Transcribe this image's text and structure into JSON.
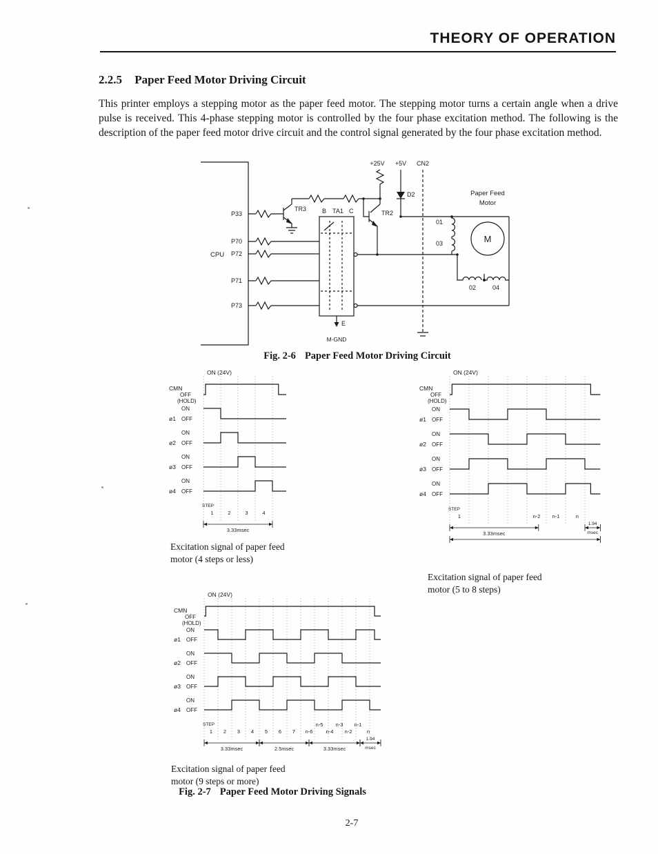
{
  "page": {
    "header": "THEORY OF OPERATION",
    "page_number": "2-7"
  },
  "section": {
    "number": "2.2.5",
    "title": "Paper Feed Motor Driving Circuit",
    "body": "This printer employs a stepping motor as the paper feed motor. The stepping motor turns a certain angle when a drive pulse is received. This 4-phase stepping motor is controlled by the four phase excitation method. The following is the description of the paper feed motor drive circuit and the control signal generated by the four phase excitation method."
  },
  "fig26": {
    "fig_label": "Fig. 2-6",
    "fig_title": "Paper Feed Motor Driving Circuit",
    "labels": {
      "cpu": "CPU",
      "p33": "P33",
      "p70": "P70",
      "p72": "P72",
      "p71": "P71",
      "p73": "P73",
      "tr3": "TR3",
      "tr2": "TR2",
      "b": "B",
      "ta1": "TA1",
      "c": "C",
      "v25": "+25V",
      "v5": "+5V",
      "cn2": "CN2",
      "d2": "D2",
      "paper_feed": "Paper Feed",
      "motor": "Motor",
      "m": "M",
      "w01": "01",
      "w03": "03",
      "w02": "02",
      "w04": "04",
      "e": "E",
      "mgnd": "M-GND"
    }
  },
  "fig27": {
    "fig_label": "Fig. 2-7",
    "fig_title": "Paper Feed Motor Driving Signals",
    "diagrams": {
      "a": {
        "on24": "ON (24V)",
        "step_word": "STEP",
        "total": 4.8,
        "grid": [
          0,
          1,
          2,
          3,
          4
        ],
        "signals": [
          {
            "name": "CMN",
            "off": "OFF",
            "extra": "(HOLD)",
            "segments": [
              [
                0.12,
                4.35
              ]
            ]
          },
          {
            "name": "ø1",
            "on": "ON",
            "off": "OFF",
            "segments": [
              [
                0,
                1
              ]
            ]
          },
          {
            "name": "ø2",
            "on": "ON",
            "off": "OFF",
            "segments": [
              [
                1,
                2
              ]
            ]
          },
          {
            "name": "ø3",
            "on": "ON",
            "off": "OFF",
            "segments": [
              [
                2,
                3
              ]
            ]
          },
          {
            "name": "ø4",
            "on": "ON",
            "off": "OFF",
            "segments": [
              [
                3,
                4
              ]
            ]
          }
        ],
        "step_labels": [
          {
            "t": 0.5,
            "text": "1"
          },
          {
            "t": 1.5,
            "text": "2"
          },
          {
            "t": 2.5,
            "text": "3"
          },
          {
            "t": 3.5,
            "text": "4"
          }
        ],
        "spans": [
          {
            "a": 0,
            "b": 4,
            "text": "3.33msec"
          }
        ],
        "caption": [
          "Excitation signal of paper feed",
          "motor (4 steps or less)"
        ]
      },
      "b": {
        "on24": "ON (24V)",
        "step_word": "STEP",
        "total": 7.8,
        "grid": [
          0,
          1,
          2,
          3,
          4,
          5,
          6,
          7
        ],
        "signals": [
          {
            "name": "CMN",
            "off": "OFF",
            "extra": "(HOLD)",
            "segments": [
              [
                0.12,
                7.3
              ]
            ]
          },
          {
            "name": "ø1",
            "on": "ON",
            "off": "OFF",
            "segments": [
              [
                0,
                1
              ],
              [
                3,
                5
              ]
            ]
          },
          {
            "name": "ø2",
            "on": "ON",
            "off": "OFF",
            "segments": [
              [
                0,
                2
              ],
              [
                4,
                6
              ]
            ]
          },
          {
            "name": "ø3",
            "on": "ON",
            "off": "OFF",
            "segments": [
              [
                1,
                3
              ],
              [
                5,
                7
              ]
            ]
          },
          {
            "name": "ø4",
            "on": "ON",
            "off": "OFF",
            "segments": [
              [
                2,
                4
              ],
              [
                6,
                7.3
              ]
            ]
          }
        ],
        "step_labels": [
          {
            "t": 0.5,
            "text": "1"
          },
          {
            "t": 4.5,
            "text": "n-2"
          },
          {
            "t": 5.5,
            "text": "n-1"
          },
          {
            "t": 6.6,
            "text": "n"
          }
        ],
        "spans": [
          {
            "a": 0,
            "b": 4.6,
            "text": "3.33msec"
          },
          {
            "a": 7,
            "b": 7.8,
            "text": "1.94",
            "text2": "msec",
            "stack": true
          },
          {
            "a": 0,
            "b": 7.8,
            "row": 1
          }
        ],
        "caption": [
          "Excitation signal of paper feed",
          "motor (5 to 8 steps)"
        ]
      },
      "c": {
        "on24": "ON (24V)",
        "step_word": "STEP",
        "total": 12.8,
        "grid": [
          0,
          1,
          2,
          3,
          4,
          5,
          6,
          7,
          8,
          9,
          10,
          11,
          12
        ],
        "signals": [
          {
            "name": "CMN",
            "off": "OFF",
            "extra": "(HOLD)",
            "segments": [
              [
                0.12,
                12.35
              ]
            ]
          },
          {
            "name": "ø1",
            "on": "ON",
            "off": "OFF",
            "segments": [
              [
                0,
                1
              ],
              [
                3,
                5
              ],
              [
                7,
                9
              ],
              [
                11,
                12.35
              ]
            ]
          },
          {
            "name": "ø2",
            "on": "ON",
            "off": "OFF",
            "segments": [
              [
                0,
                2
              ],
              [
                4,
                6
              ],
              [
                8,
                10
              ]
            ]
          },
          {
            "name": "ø3",
            "on": "ON",
            "off": "OFF",
            "segments": [
              [
                1,
                3
              ],
              [
                5,
                7
              ],
              [
                9,
                11
              ]
            ]
          },
          {
            "name": "ø4",
            "on": "ON",
            "off": "OFF",
            "segments": [
              [
                2,
                4
              ],
              [
                6,
                8
              ],
              [
                10,
                12
              ]
            ]
          }
        ],
        "step_labels": [
          {
            "t": 0.5,
            "text": "1"
          },
          {
            "t": 1.5,
            "text": "2"
          },
          {
            "t": 2.5,
            "text": "3"
          },
          {
            "t": 3.5,
            "text": "4"
          },
          {
            "t": 4.5,
            "text": "5"
          },
          {
            "t": 5.5,
            "text": "6"
          },
          {
            "t": 6.5,
            "text": "7"
          },
          {
            "t": 7.6,
            "text": "n-6"
          },
          {
            "t": 9.1,
            "text": "n-4"
          },
          {
            "t": 10.45,
            "text": "n-2"
          },
          {
            "t": 11.9,
            "text": "n"
          },
          {
            "t": 8.35,
            "text": "n-5",
            "row": 1
          },
          {
            "t": 9.8,
            "text": "n-3",
            "row": 1
          },
          {
            "t": 11.15,
            "text": "n-1",
            "row": 1
          }
        ],
        "spans": [
          {
            "a": 0,
            "b": 4,
            "text": "3.33msec"
          },
          {
            "a": 4,
            "b": 7.6,
            "text": "2.5msec"
          },
          {
            "a": 7.6,
            "b": 11.3,
            "text": "3.33msec"
          },
          {
            "a": 11.3,
            "b": 12.8,
            "text": "1.94",
            "text2": "msec",
            "stack": true
          }
        ],
        "caption": [
          "Excitation signal of paper feed",
          "motor (9 steps or more)"
        ]
      }
    }
  }
}
